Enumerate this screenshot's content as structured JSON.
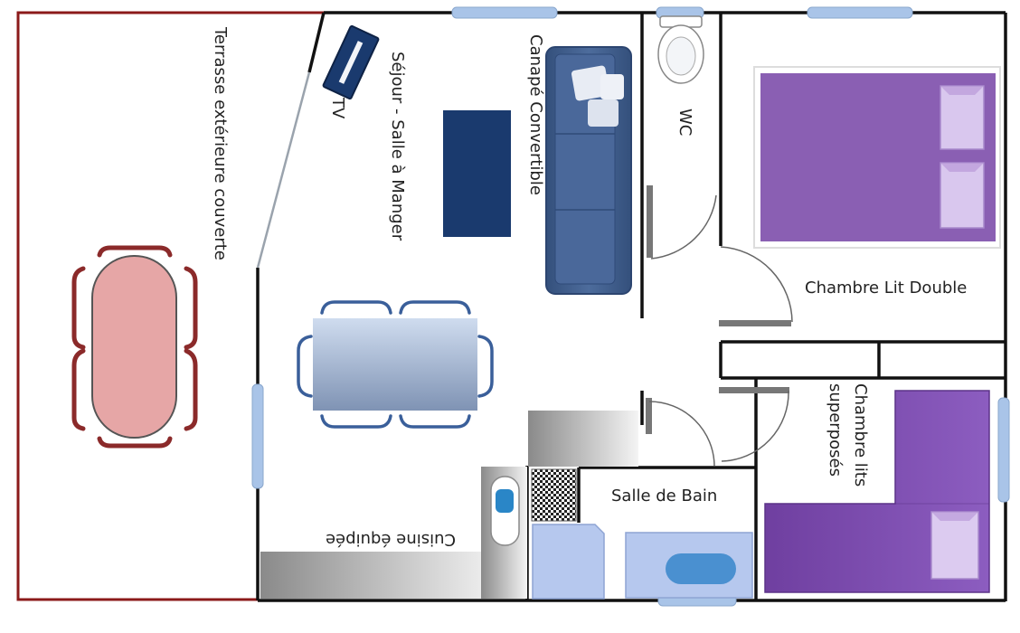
{
  "labels": {
    "terrace": "Terrasse extérieure couverte",
    "tv": "TV",
    "living": "Séjour - Salle à Manger",
    "sofa": "Canapé Convertible",
    "wc": "WC",
    "double_bedroom": "Chambre Lit Double",
    "bunk_bedroom_line1": "Chambre lits",
    "bunk_bedroom_line2": "superposés",
    "bathroom": "Salle de Bain",
    "kitchen": "Cuisine équipée"
  },
  "colors": {
    "wall": "#111111",
    "terrace_border": "#8b1a1a",
    "window": "#a9c4e8",
    "double_bed": "#8a5fb3",
    "bunk_bed": "#7b4aa6",
    "sofa": "#41618f",
    "dark_navy": "#1a3a6e",
    "terrace_table": "#e6a6a6",
    "terrace_chairs": "#8b2a2a",
    "dining_table": "#aabedc",
    "counter_gray": "#9a9a9a",
    "bath_fixture": "#b6c8ee",
    "sink_blue": "#4a90d0"
  }
}
